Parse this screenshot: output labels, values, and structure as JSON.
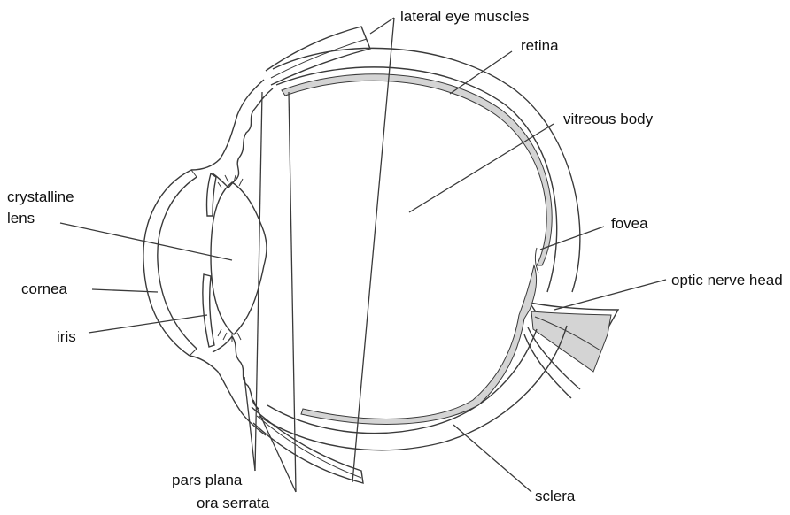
{
  "labels": {
    "lateral_eye_muscles": "lateral eye muscles",
    "retina": "retina",
    "vitreous_body": "vitreous body",
    "crystalline": "crystalline",
    "lens": "lens",
    "fovea": "fovea",
    "optic_nerve_head": "optic nerve head",
    "cornea": "cornea",
    "iris": "iris",
    "pars_plana": "pars plana",
    "ora_serrata": "ora serrata",
    "sclera": "sclera"
  },
  "colors": {
    "line": "#3a3a3a",
    "shading": "#d4d4d4",
    "text": "#111111"
  }
}
